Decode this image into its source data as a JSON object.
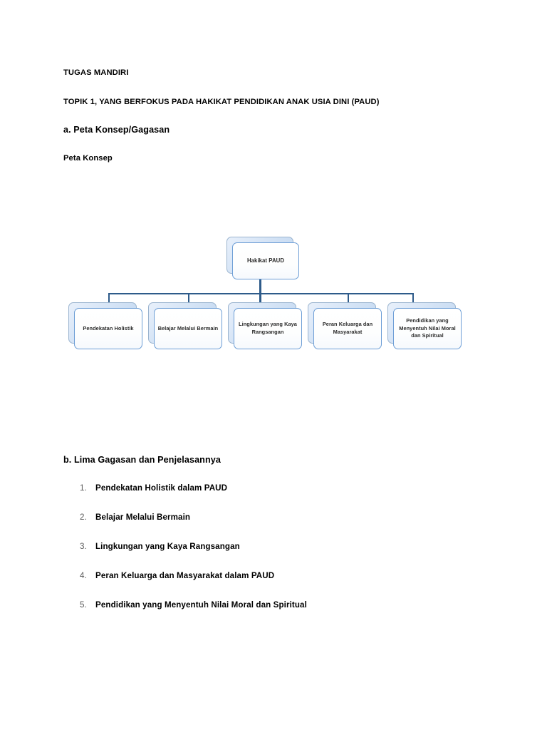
{
  "document": {
    "headings": {
      "tugas": "TUGAS MANDIRI",
      "topik": "TOPIK 1, YANG BERFOKUS PADA HAKIKAT PENDIDIKAN ANAK USIA DINI (PAUD)",
      "section_a": "a. Peta Konsep/Gagasan",
      "peta_konsep_label": "Peta Konsep",
      "section_b": "b. Lima Gagasan dan Penjelasannya"
    }
  },
  "concept_map": {
    "root": {
      "label": "Hakikat PAUD"
    },
    "children": [
      {
        "label": "Pendekatan Holistik"
      },
      {
        "label": "Belajar Melalui Bermain"
      },
      {
        "label": "Lingkungan yang Kaya Rangsangan"
      },
      {
        "label": "Peran Keluarga dan Masyarakat"
      },
      {
        "label": "Pendidikan yang Menyentuh Nilai Moral dan Spiritual"
      }
    ],
    "colors": {
      "connector": "#2e5b8a",
      "node_front_border": "#6d9ed6",
      "node_back_border": "#9bb4cf",
      "node_back_fill": "#cfe0f4",
      "node_front_fill": "#ffffff",
      "node_text": "#2b2b2b"
    }
  },
  "list": {
    "items": [
      {
        "number": "1.",
        "label": "Pendekatan Holistik dalam PAUD"
      },
      {
        "number": "2.",
        "label": "Belajar Melalui Bermain"
      },
      {
        "number": "3.",
        "label": "Lingkungan yang Kaya Rangsangan"
      },
      {
        "number": "4.",
        "label": "Peran Keluarga dan Masyarakat dalam PAUD"
      },
      {
        "number": "5.",
        "label": "Pendidikan yang Menyentuh Nilai Moral dan Spiritual"
      }
    ]
  }
}
